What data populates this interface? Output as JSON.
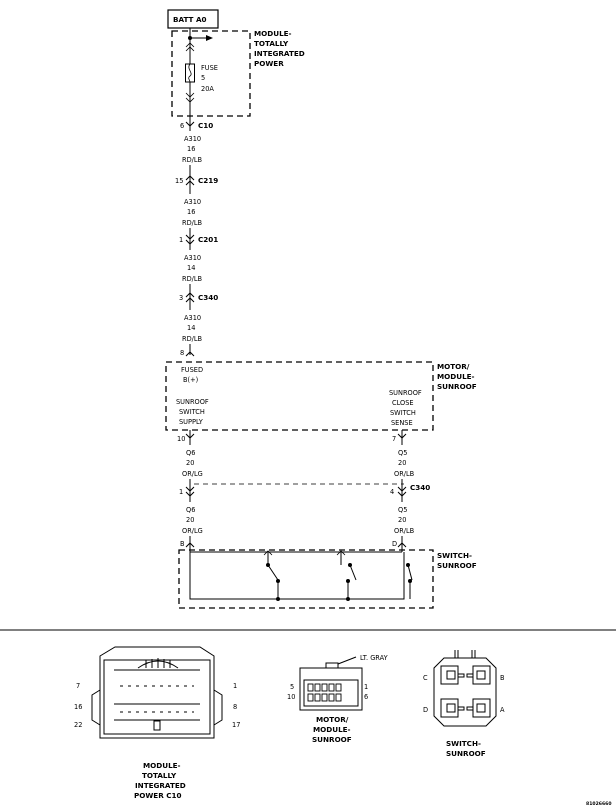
{
  "source": {
    "label": "BATT A0"
  },
  "modules": {
    "tipm": {
      "lines": [
        "MODULE-",
        "TOTALLY",
        "INTEGRATED",
        "POWER"
      ]
    },
    "motor": {
      "lines": [
        "MOTOR/",
        "MODULE-",
        "SUNROOF"
      ]
    },
    "switch": {
      "lines": [
        "SWITCH-",
        "SUNROOF"
      ]
    }
  },
  "fuse": {
    "lines": [
      "FUSE",
      "5",
      "20A"
    ]
  },
  "main_wire": [
    {
      "pin": "6",
      "connector": "C10"
    },
    {
      "circuit": "A310",
      "gauge": "16",
      "color": "RD/LB"
    },
    {
      "pin": "15",
      "connector": "C219"
    },
    {
      "circuit": "A310",
      "gauge": "16",
      "color": "RD/LB"
    },
    {
      "pin": "1",
      "connector": "C201"
    },
    {
      "circuit": "A310",
      "gauge": "14",
      "color": "RD/LB"
    },
    {
      "pin": "3",
      "connector": "C340"
    },
    {
      "circuit": "A310",
      "gauge": "14",
      "color": "RD/LB"
    },
    {
      "pin": "8"
    }
  ],
  "motor_labels": {
    "fused": [
      "FUSED",
      "B(+)"
    ],
    "supply": [
      "SUNROOF",
      "SWITCH",
      "SUPPLY"
    ],
    "close": [
      "SUNROOF",
      "CLOSE",
      "SWITCH",
      "SENSE"
    ]
  },
  "left_branch": {
    "pin_top": "10",
    "wire1": {
      "circuit": "Q6",
      "gauge": "20",
      "color": "OR/LG"
    },
    "pin_mid": "1",
    "wire2": {
      "circuit": "Q6",
      "gauge": "20",
      "color": "OR/LG"
    },
    "pin_switch": "B"
  },
  "right_branch": {
    "pin_top": "7",
    "wire1": {
      "circuit": "Q5",
      "gauge": "20",
      "color": "OR/LB"
    },
    "pin_mid": "4",
    "connector": "C340",
    "wire2": {
      "circuit": "Q5",
      "gauge": "20",
      "color": "OR/LB"
    },
    "pin_switch": "D"
  },
  "views": {
    "c10": {
      "pins": [
        "7",
        "1",
        "16",
        "8",
        "22",
        "17"
      ],
      "lines": [
        "MODULE-",
        "TOTALLY",
        "INTEGRATED",
        "POWER C10"
      ]
    },
    "motor": {
      "color": "LT. GRAY",
      "pins": [
        "5",
        "1",
        "10",
        "6"
      ],
      "lines": [
        "MOTOR/",
        "MODULE-",
        "SUNROOF"
      ]
    },
    "switch": {
      "pins": [
        "C",
        "B",
        "D",
        "A"
      ],
      "lines": [
        "SWITCH-",
        "SUNROOF"
      ]
    }
  },
  "figure_id": "81026660"
}
